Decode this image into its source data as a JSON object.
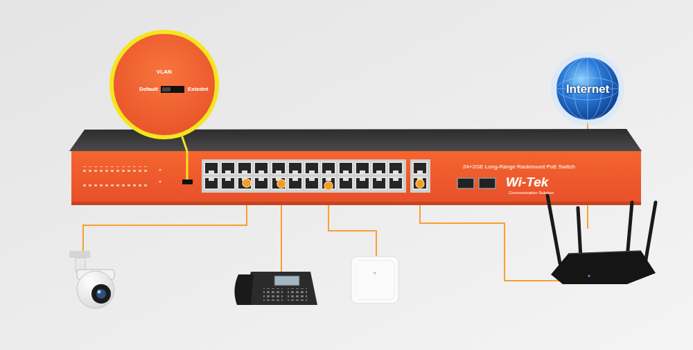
{
  "diagram": {
    "nodes": [
      {
        "text": [
          "VLAN",
          "Default",
          "Extednt"
        ]
      },
      {
        "text": [
          "Internet"
        ]
      },
      {
        "text": [
          "24+2GE Long-Range Rackmount PoE Switch",
          "Wi-Tek",
          "Communication Solution"
        ]
      }
    ],
    "edges": [
      {
        "from": 0,
        "to": 2,
        "arrow": "none"
      }
    ]
  }
}
